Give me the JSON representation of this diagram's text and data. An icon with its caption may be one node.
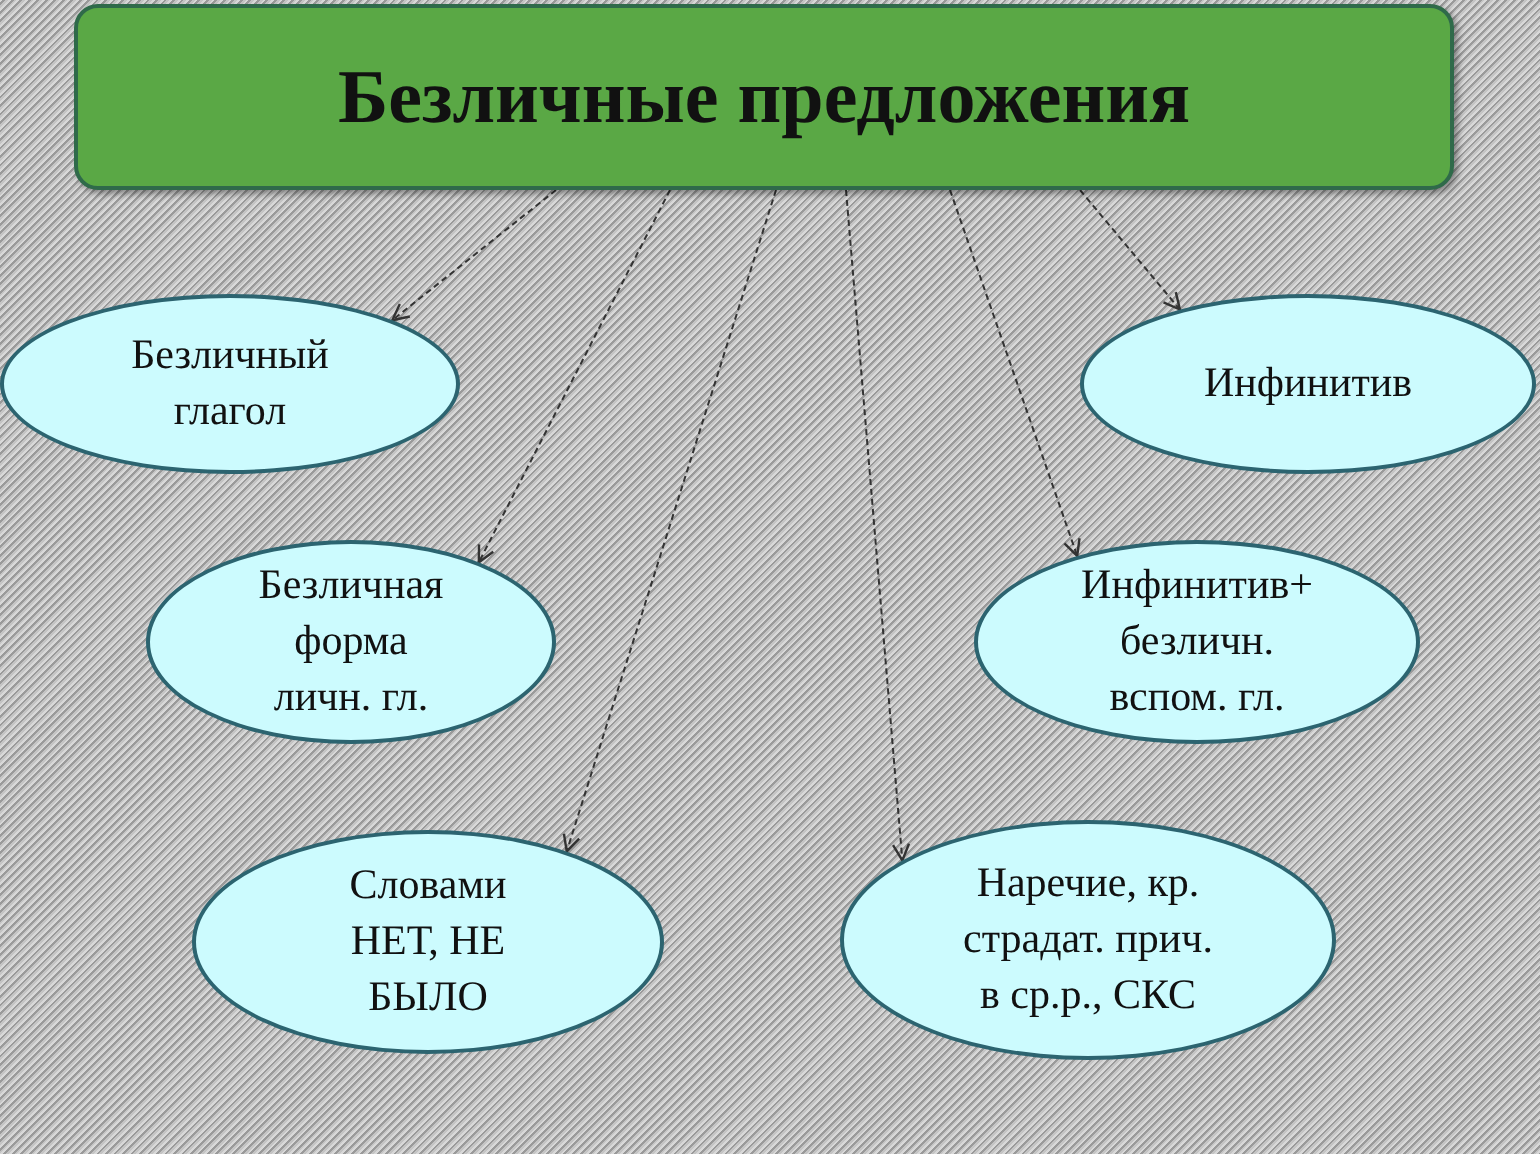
{
  "diagram": {
    "nodes": [
      {
        "text": [
          "Безличные предложения"
        ]
      },
      {
        "text": [
          "Безличный глагол"
        ]
      },
      {
        "text": [
          "Инфинитив"
        ]
      },
      {
        "text": [
          "Безличная форма личн. гл."
        ]
      },
      {
        "text": [
          "Инфинитив+ безличн. вспом. гл."
        ]
      },
      {
        "text": [
          "Словами НЕТ, НЕ БЫЛО"
        ]
      },
      {
        "text": [
          "Наречие, кр. страдат. прич. в ср.р., СКС"
        ]
      }
    ],
    "edges": [
      {
        "from": 0,
        "to": 1,
        "arrow": "to"
      },
      {
        "from": 0,
        "to": 3,
        "arrow": "to"
      },
      {
        "from": 0,
        "to": 5,
        "arrow": "to"
      },
      {
        "from": 0,
        "to": 6,
        "arrow": "to"
      },
      {
        "from": 0,
        "to": 4,
        "arrow": "to"
      },
      {
        "from": 0,
        "to": 2,
        "arrow": "to"
      }
    ]
  }
}
